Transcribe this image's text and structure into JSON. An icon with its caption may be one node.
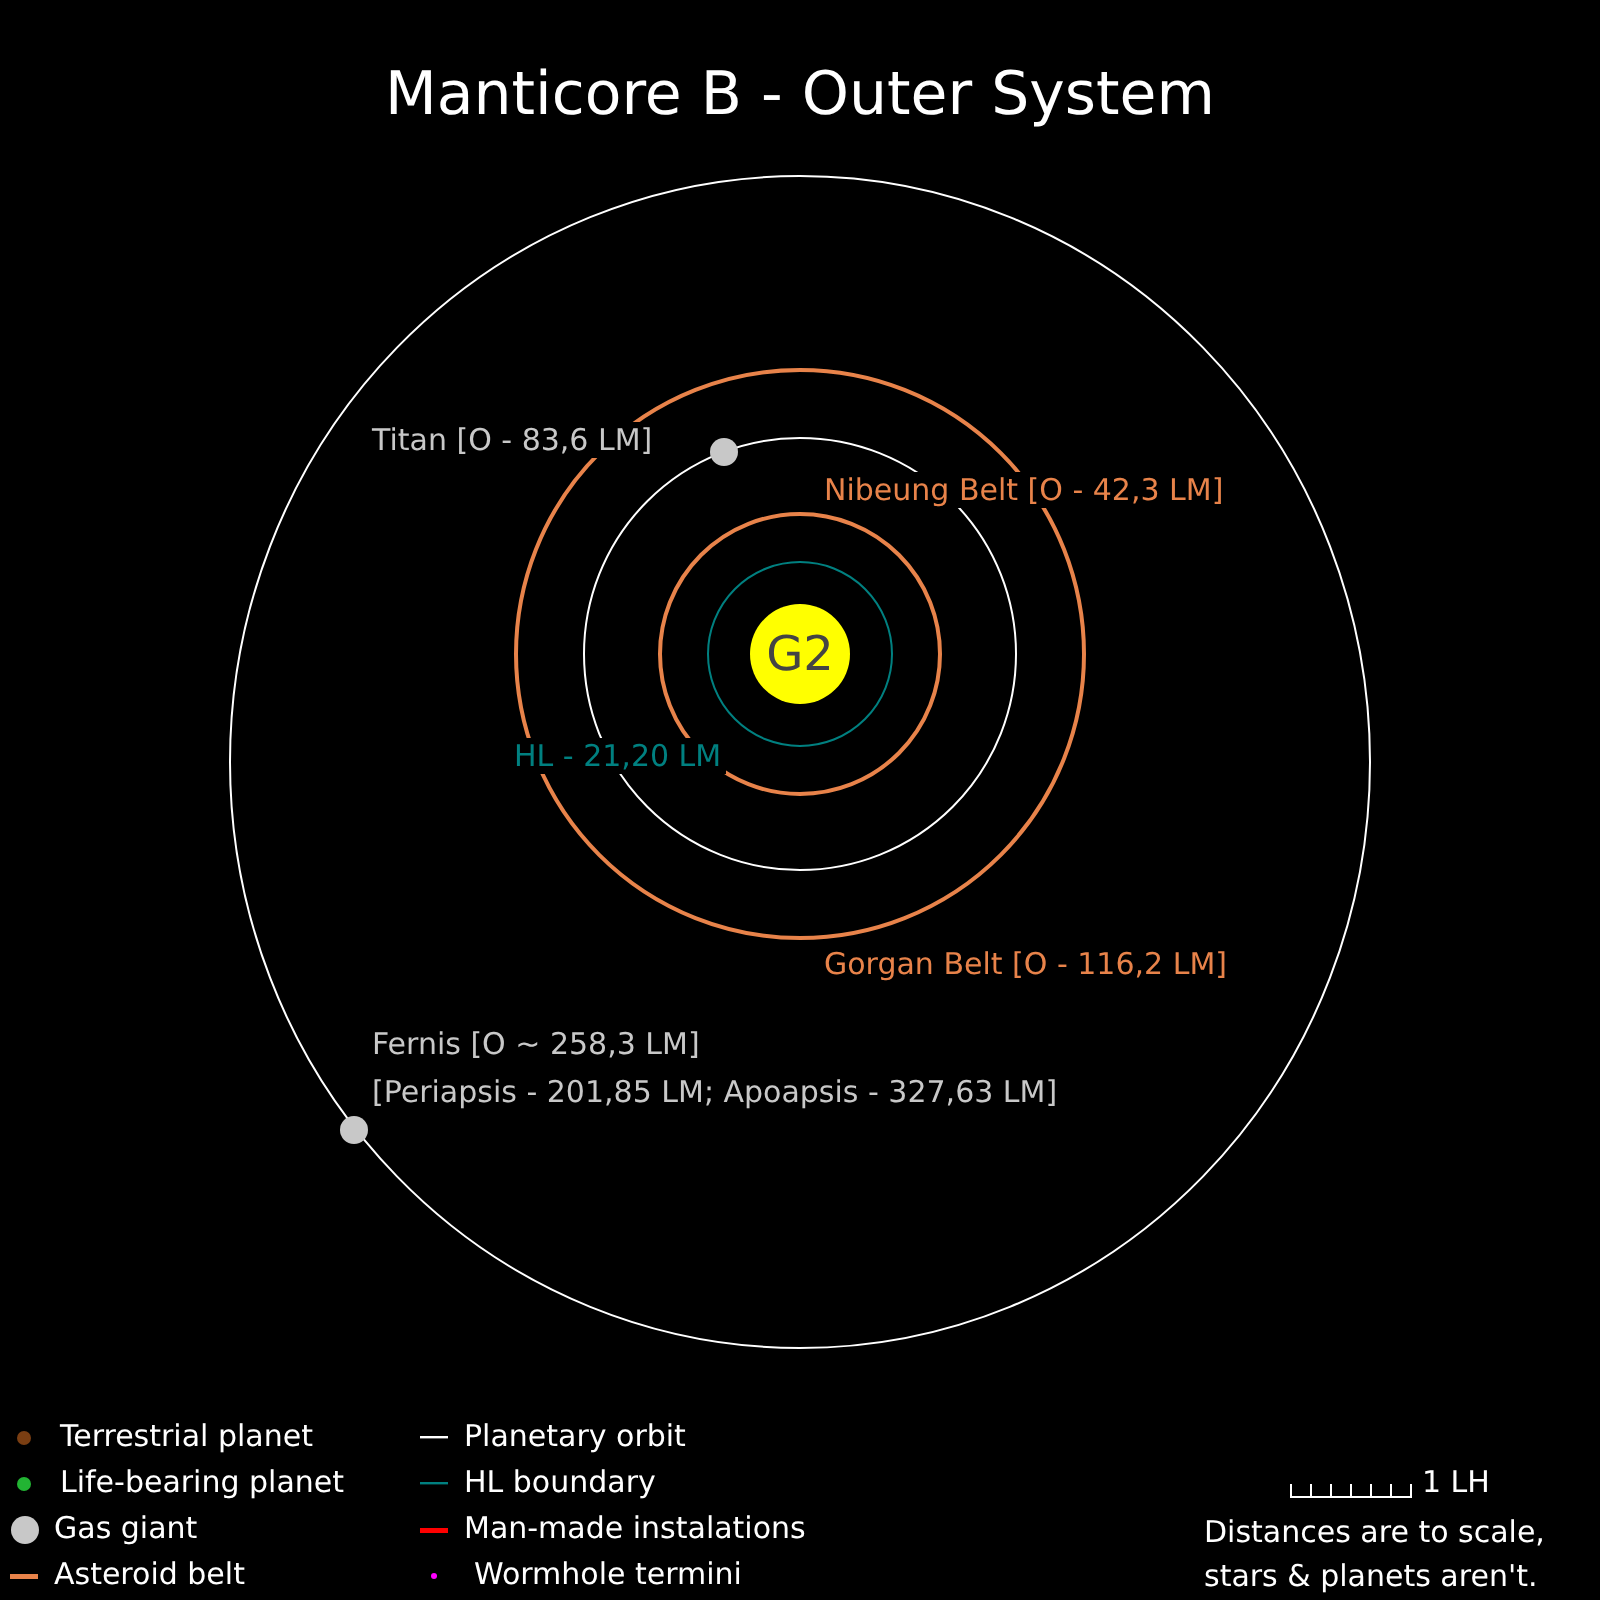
{
  "diagram": {
    "title": "Manticore B - Outer System",
    "nodes": [
      {
        "text": [
          "G2"
        ]
      },
      {
        "text": [],
        "shape": "circle",
        "beside": [
          "Titan [O - 83,6 LM]"
        ]
      },
      {
        "text": [],
        "shape": "circle",
        "beside": [
          "Fernis [O ~ 258,3 LM]",
          "[Periapsis - 201,85 LM; Apoapsis - 327,63 LM]"
        ]
      }
    ],
    "edges": [],
    "labels": [
      "Nibeung Belt [O - 42,3 LM]",
      "HL - 21,20 LM",
      "Gorgan Belt [O - 116,2 LM]",
      "1 LH",
      "Distances are to scale, stars & planets aren't."
    ],
    "legend": [
      {
        "text": "Terrestrial planet",
        "color": "#7a3e12"
      },
      {
        "text": "Life-bearing planet",
        "color": "#22b433"
      },
      {
        "text": "Gas giant",
        "color": "#c8c8c8"
      },
      {
        "text": "Asteroid belt",
        "color": "#e8834a"
      },
      {
        "text": "Planetary orbit",
        "color": "#ffffff"
      },
      {
        "text": "HL boundary",
        "color": "#008080"
      },
      {
        "text": "Man-made instalations",
        "color": "#ff0000"
      },
      {
        "text": "Wormhole termini",
        "color": "#ff00ff"
      }
    ]
  }
}
